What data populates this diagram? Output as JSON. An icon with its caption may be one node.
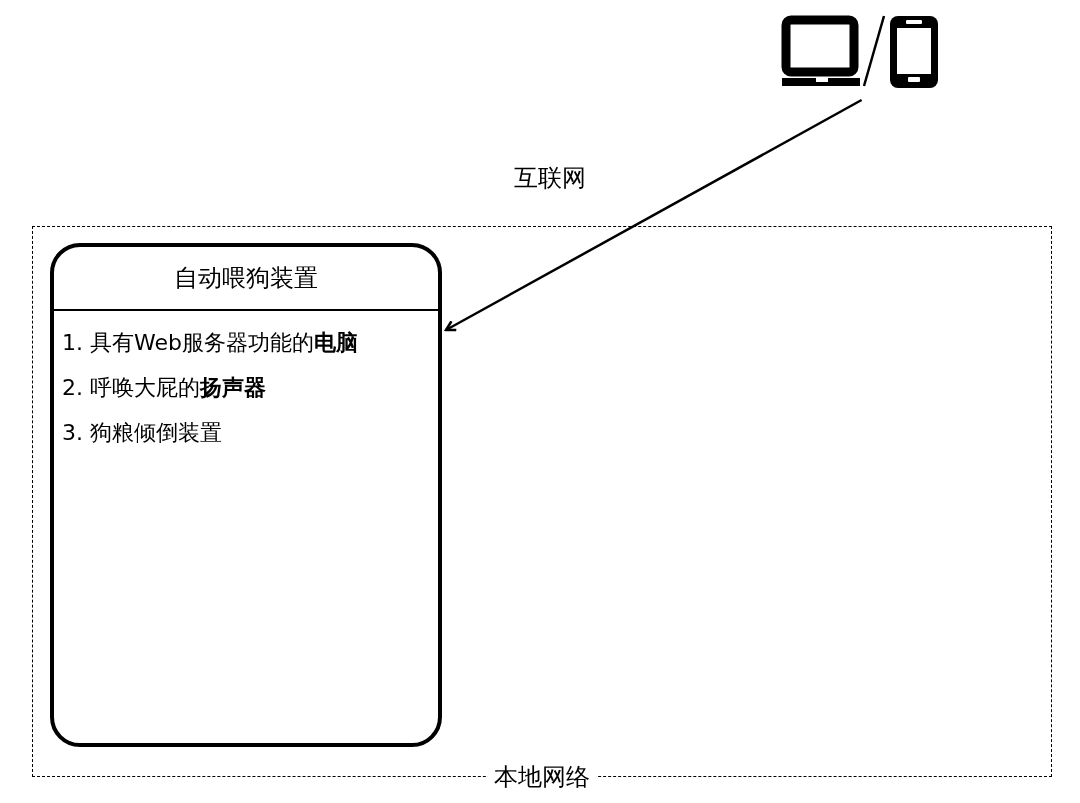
{
  "diagram": {
    "nodes": [
      {
        "text": [
          "本地网络"
        ]
      },
      {
        "text": [
          "自动喂狗装置",
          "1. 具有Web服务器功能的**电脑**",
          "2. 呼唤大屁的**扬声器**",
          "3. 狗粮倾倒装置"
        ],
        "in": 0
      },
      {
        "text": [],
        "shape": "picture"
      }
    ],
    "edges": [
      {
        "from": 2,
        "to": 1,
        "arrow": "to",
        "label": "互联网"
      }
    ]
  }
}
